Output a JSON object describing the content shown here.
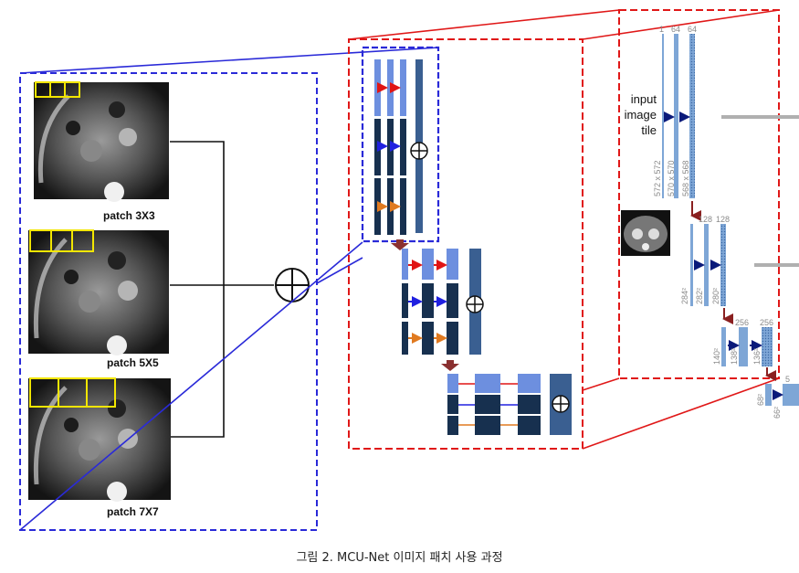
{
  "patches": [
    {
      "label": "patch 3X3"
    },
    {
      "label": "patch 5X5"
    },
    {
      "label": "patch 7X7"
    }
  ],
  "unet": {
    "input_label_lines": [
      "input",
      "image",
      "tile"
    ],
    "level1": {
      "channels": [
        "1",
        "64",
        "64"
      ],
      "sizes": [
        "572 x 572",
        "570 x 570",
        "568 x 568"
      ]
    },
    "level2": {
      "channels": [
        "128",
        "128"
      ],
      "sizes": [
        "284²",
        "282²",
        "280²"
      ]
    },
    "level3": {
      "channels": [
        "256",
        "256"
      ],
      "sizes": [
        "140²",
        "138²",
        "136²"
      ]
    },
    "level4": {
      "channels": [
        "5"
      ],
      "sizes": [
        "68²",
        "66²"
      ]
    }
  },
  "caption": "그림 2. MCU-Net 이미지 패치 사용 과정",
  "colors": {
    "blue_dash": "#2a2ad8",
    "red_dash": "#e01818",
    "yellow_box": "#f2e600",
    "light_block": "#6d8fdf",
    "dark_block": "#17304f",
    "tall_block": "#3a5f91",
    "unet_bar": "#7ea6d6",
    "arrow_red": "#e01515",
    "arrow_blue": "#2020e0",
    "arrow_orange": "#e07a20",
    "down_arrow": "#8a2020",
    "skip_grey": "#b0b0b0"
  }
}
